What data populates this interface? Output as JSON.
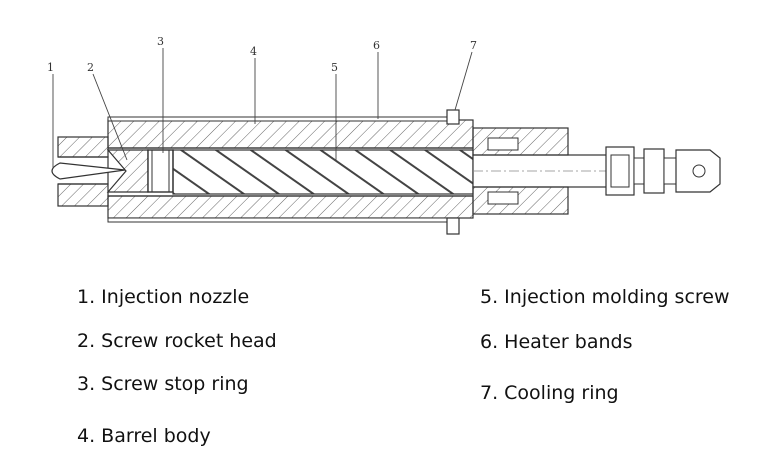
{
  "diagram": {
    "callouts": [
      "1",
      "2",
      "3",
      "4",
      "5",
      "6",
      "7"
    ]
  },
  "legend": {
    "items": [
      "1. Injection nozzle",
      "2. Screw rocket head",
      "3. Screw stop ring",
      "4. Barrel body",
      "5. Injection molding screw",
      "6. Heater bands",
      "7. Cooling ring"
    ]
  },
  "colors": {
    "line": "#333333",
    "hatch": "#555555",
    "text": "#111111"
  }
}
